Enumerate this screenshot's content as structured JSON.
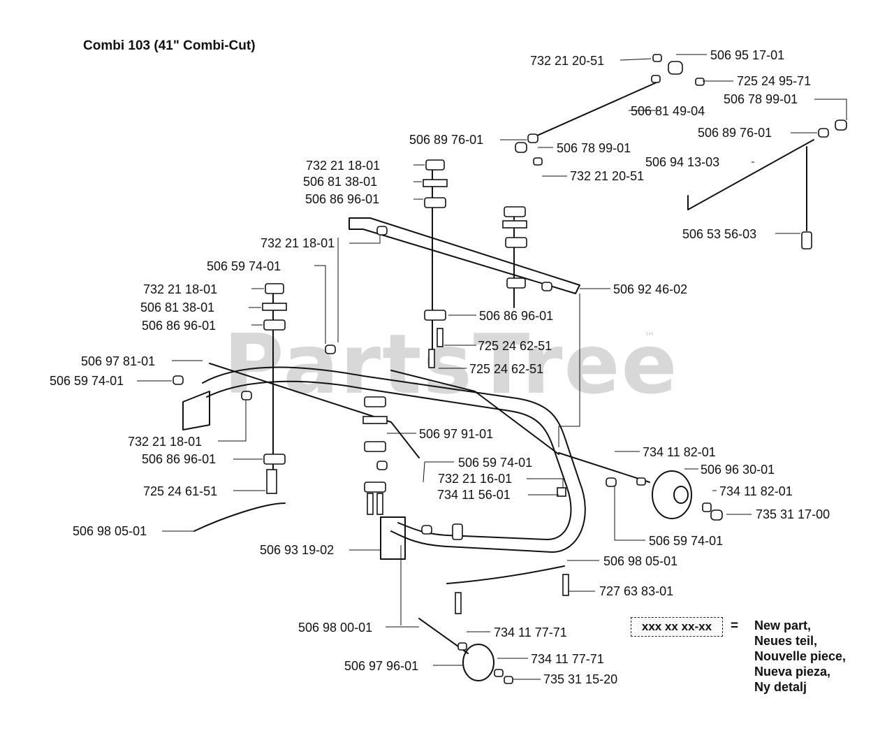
{
  "title": "Combi 103 (41\" Combi-Cut)",
  "watermark": "PartsTree",
  "trademark": "™",
  "legend": {
    "sample": "xxx xx xx-xx",
    "equals": "=",
    "lines": [
      "New part,",
      "Neues teil,",
      "Nouvelle piece,",
      "Nueva pieza,",
      "Ny detalj"
    ]
  },
  "part_labels": [
    "732 21 20-51",
    "506 95 17-01",
    "725 24 95-71",
    "506 78 99-01",
    "506 81 49-04",
    "506 89 76-01",
    "506 89 76-01",
    "506 78 99-01",
    "506 94 13-03",
    "732 21 18-01",
    "732 21 20-51",
    "506 81 38-01",
    "506 86 96-01",
    "506 53 56-03",
    "732 21 18-01",
    "506 59 74-01",
    "506 92 46-02",
    "732 21 18-01",
    "506 81 38-01",
    "506 86 96-01",
    "506 86 96-01",
    "725 24 62-51",
    "506 97 81-01",
    "725 24 62-51",
    "506 59 74-01",
    "506 97 91-01",
    "732 21 18-01",
    "734 11 82-01",
    "506 86 96-01",
    "506 59 74-01",
    "506 96 30-01",
    "732 21 16-01",
    "725 24 61-51",
    "734 11 82-01",
    "734 11 56-01",
    "735 31 17-00",
    "506 98 05-01",
    "506 59 74-01",
    "506 93 19-02",
    "506 98 05-01",
    "727 63 83-01",
    "506 98 00-01",
    "734 11 77-71",
    "506 97 96-01",
    "734 11 77-71",
    "735 31 15-20"
  ],
  "colors": {
    "ink": "#111111",
    "watermark": "#d2d2d2",
    "background": "#ffffff"
  }
}
